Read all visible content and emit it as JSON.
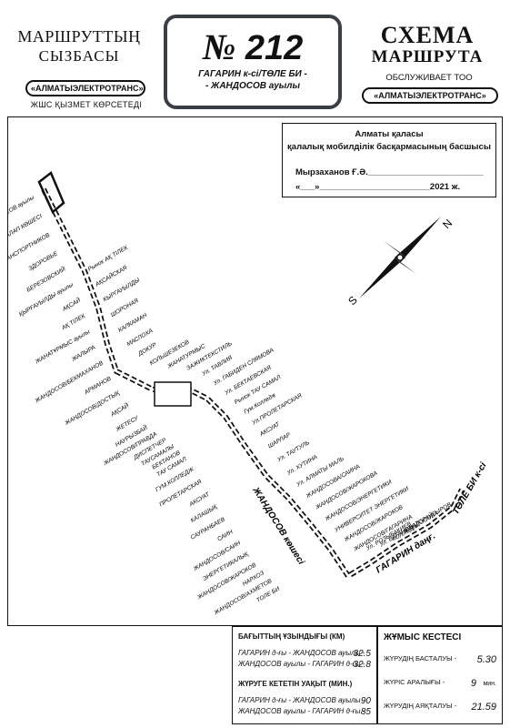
{
  "header": {
    "left_line1": "МАРШРУТТЫҢ",
    "left_line2": "СЫЗБАСЫ",
    "left_company": "«АЛМАТЫЭЛЕКТРОТРАНС»",
    "left_caption": "ЖШС ҚЫЗМЕТ КӨРСЕТЕДІ",
    "route_symbol": "№",
    "route_number": "212",
    "route_name_1": "ГАГАРИН к-сі/ТӨЛЕ БИ -",
    "route_name_2": "- ЖАНДОСОВ ауылы",
    "right_line1": "СХЕМА",
    "right_line2": "МАРШРУТА",
    "right_caption": "ОБСЛУЖИВАЕТ ТОО",
    "right_company": "«АЛМАТЫЭЛЕКТРОТРАНС»"
  },
  "approval": {
    "line1": "Алматы қаласы",
    "line2": "қалалық мобилділік басқармасының басшысы",
    "signer": "Мырзаханов Ғ.Ә.________________________",
    "date": "«___»_______________________2021 ж."
  },
  "map": {
    "compass_s": "S",
    "compass_n": "N",
    "stops_left": [
      "ЖАНДОСОВ ауылы",
      "ТАЛАП КӨШЕСІ",
      "ТРАНСПОРТНИКОВ",
      "ЗДОРОВЬЕ",
      "БЕРЕЗОВСКИЙ",
      "ҚЫРҒАУЫЛДЫ ауылы",
      "АҚСАЙ",
      "АҚ ТІЛЕК",
      "ЖАНАТҰРМЫС ауылы",
      "ЖАЛЫРА",
      "ЖАНДОСОВ/БЕКМАХАНОВ",
      "АРМАНОВ",
      "ЖАНДОСОВ/ДОСТЫҚ",
      "АҚСАЙ",
      "ЖЕТЕСУ",
      "НАУРЫЗБАЙ",
      "ЖАНДОСОВ/ПРАВДА",
      "ДИСПЕТЧЕР",
      "ТАУСАМАЛЫ",
      "БЕКТАНОВ",
      "ТАУ САМАЛ",
      "ГУМ.КОЛЛЕДЖ",
      "ПРОЛЕТАРСКАЯ",
      "АКСУАТ",
      "КАЛАШЫҚ",
      "САУРАНБАЕВ",
      "САИН",
      "ЖАНДОСОВ/САИН",
      "ЭНЕРГЕТИКАЛЫҚ",
      "ЖАНДОСОВ/ЖАРОКОВ",
      "НАРХОЗ",
      "ЖАНДОСОВ/АХМЕТОВ",
      "ТОЛЕ БИ"
    ],
    "stops_right": [
      "Рынок АҚ ТІЛЕК",
      "АҚСАЙСКАЯ",
      "КЫРГАУЫЛДЫ",
      "ШОРОНАЯ",
      "КАЛКАМАН",
      "МАСЛОХА",
      "ДОКУР",
      "КОЛЬШЕЗЕКОВ",
      "ЖАНАТУРМЫС",
      "ЗАЖИКТЕКСТИЛЬ",
      "Ул. ТАВЛИЯ",
      "Ул. ГАБИДЕН СЛЯМОВА",
      "Ул. БЕКТАЕВСКАЯ",
      "Рынок ТАУ САМАЛ",
      "Гум.Колледж",
      "Ул.ПРОЛЕТАРСКАЯ",
      "АКСУАТ",
      "ШАРЛАР",
      "Ул. ТАУТУЛЬ",
      "Ул. ХУТИНА",
      "Ул. АЛМАТЫ МАЛЬ",
      "ЖАНДОСОВА/САИНА",
      "ЖАНДОСОВ/ЖАРОКОВА",
      "ЖАНДОСОВ/ЭНЕРГЕТИКИ",
      "УНИВЕРСИТЕТ ЭНЕРГЕТИКИ",
      "ЖАНДОСОВ/ЖАРОКОВ",
      "ЖАНДОСОВ/ГАГАРИНА",
      "Ул. РОЗЫБАКИЕВ",
      "Ул. ВАТАНОВА",
      "КОЛЛЕДЖ",
      "ЖАНДОСОВА",
      "ТОРАЙГЫРОВ"
    ],
    "street_zhandosov": "ЖАНДОСОВ көшесі",
    "street_gagarin": "ГАГАРИН даңғ.",
    "street_tole_bi": "ТӨЛЕ БИ к-сі"
  },
  "distance": {
    "title": "БАҒЫТТЫҢ ҰЗЫНДЫҒЫ (КМ)",
    "row1_label": "ГАГАРИН д-ғы - ЖАНДОСОВ ауылы -",
    "row1_value": "32.5",
    "row2_label": "ЖАНДОСОВ ауылы - ГАГАРИН д-ғы -",
    "row2_value": "32.8",
    "time_title": "ЖҮРУГЕ КЕТЕТІН УАҚЫТ (МИН.)",
    "row3_label": "ГАГАРИН д-ғы - ЖАНДОСОВ ауылы -",
    "row3_value": "90",
    "row4_label": "ЖАНДОСОВ ауылы - ГАГАРИН д-ғы -",
    "row4_value": "85"
  },
  "schedule": {
    "title": "ЖҰМЫС КЕСТЕСІ",
    "start_label": "ЖҮРУДІҢ БАСТАЛУЫ -",
    "start_value": "5.30",
    "interval_label": "ЖҮРІС АРАЛЫҒЫ -",
    "interval_value": "9",
    "interval_unit": "мин.",
    "end_label": "ЖҮРУДІҢ АЯҚТАЛУЫ -",
    "end_value": "21.59"
  }
}
